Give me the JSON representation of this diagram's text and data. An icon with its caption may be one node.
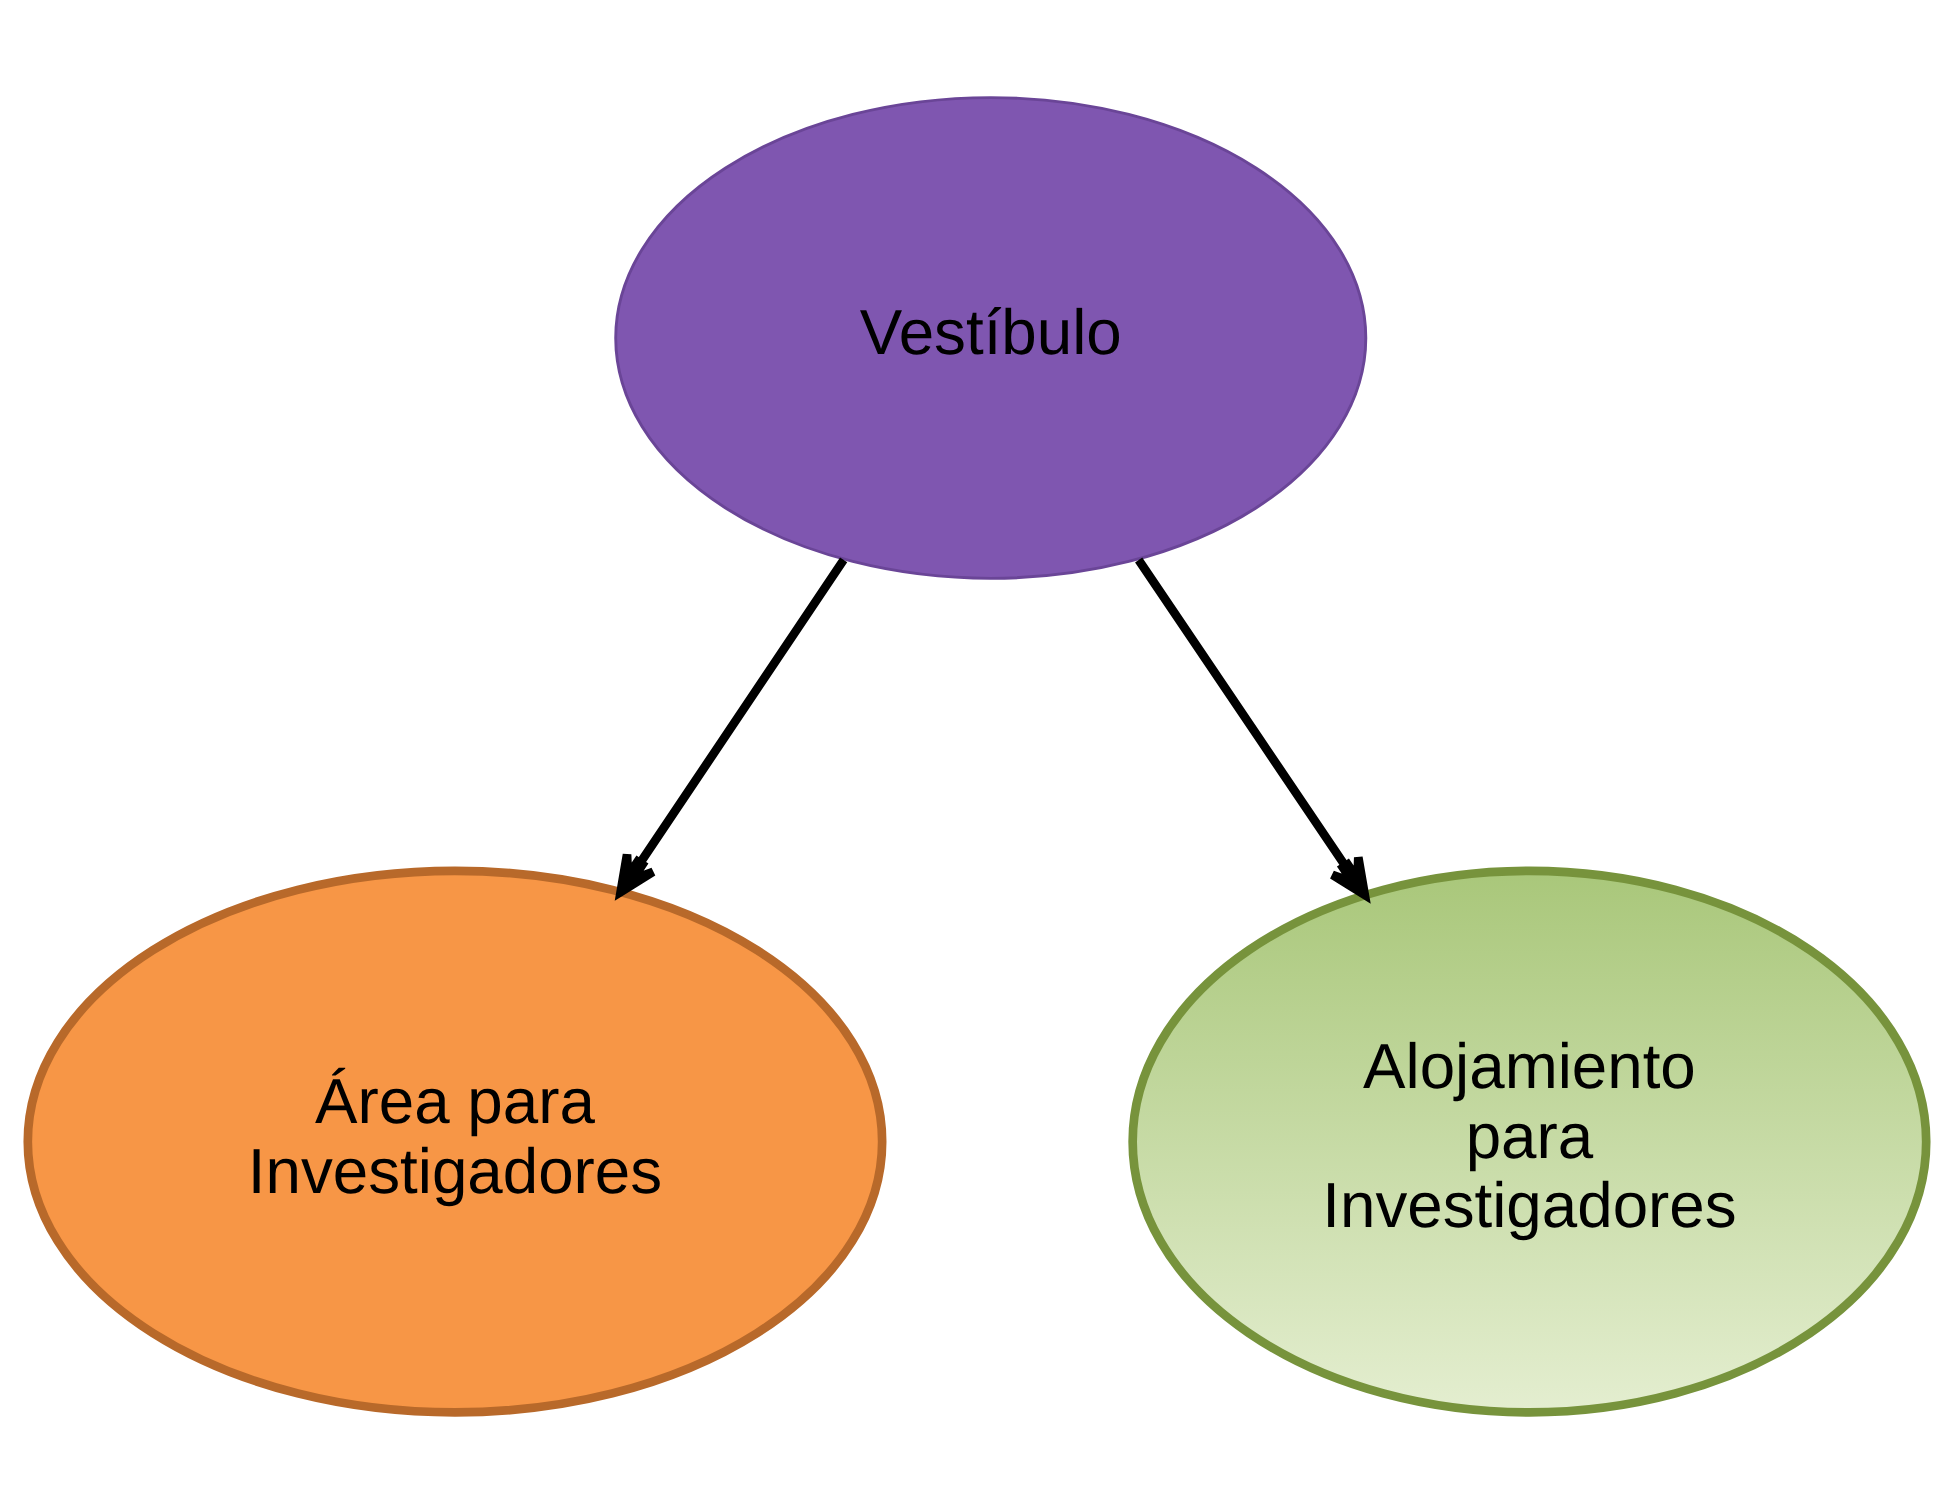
{
  "diagram": {
    "nodes": [
      {
        "text": [
          "Vestíbulo"
        ]
      },
      {
        "text": [
          "Área para Investigadores"
        ]
      },
      {
        "text": [
          "Alojamiento para Investigadores"
        ]
      }
    ],
    "edges": [
      {
        "from": 0,
        "to": 1,
        "arrow": "to"
      },
      {
        "from": 0,
        "to": 2,
        "arrow": "to"
      }
    ]
  }
}
